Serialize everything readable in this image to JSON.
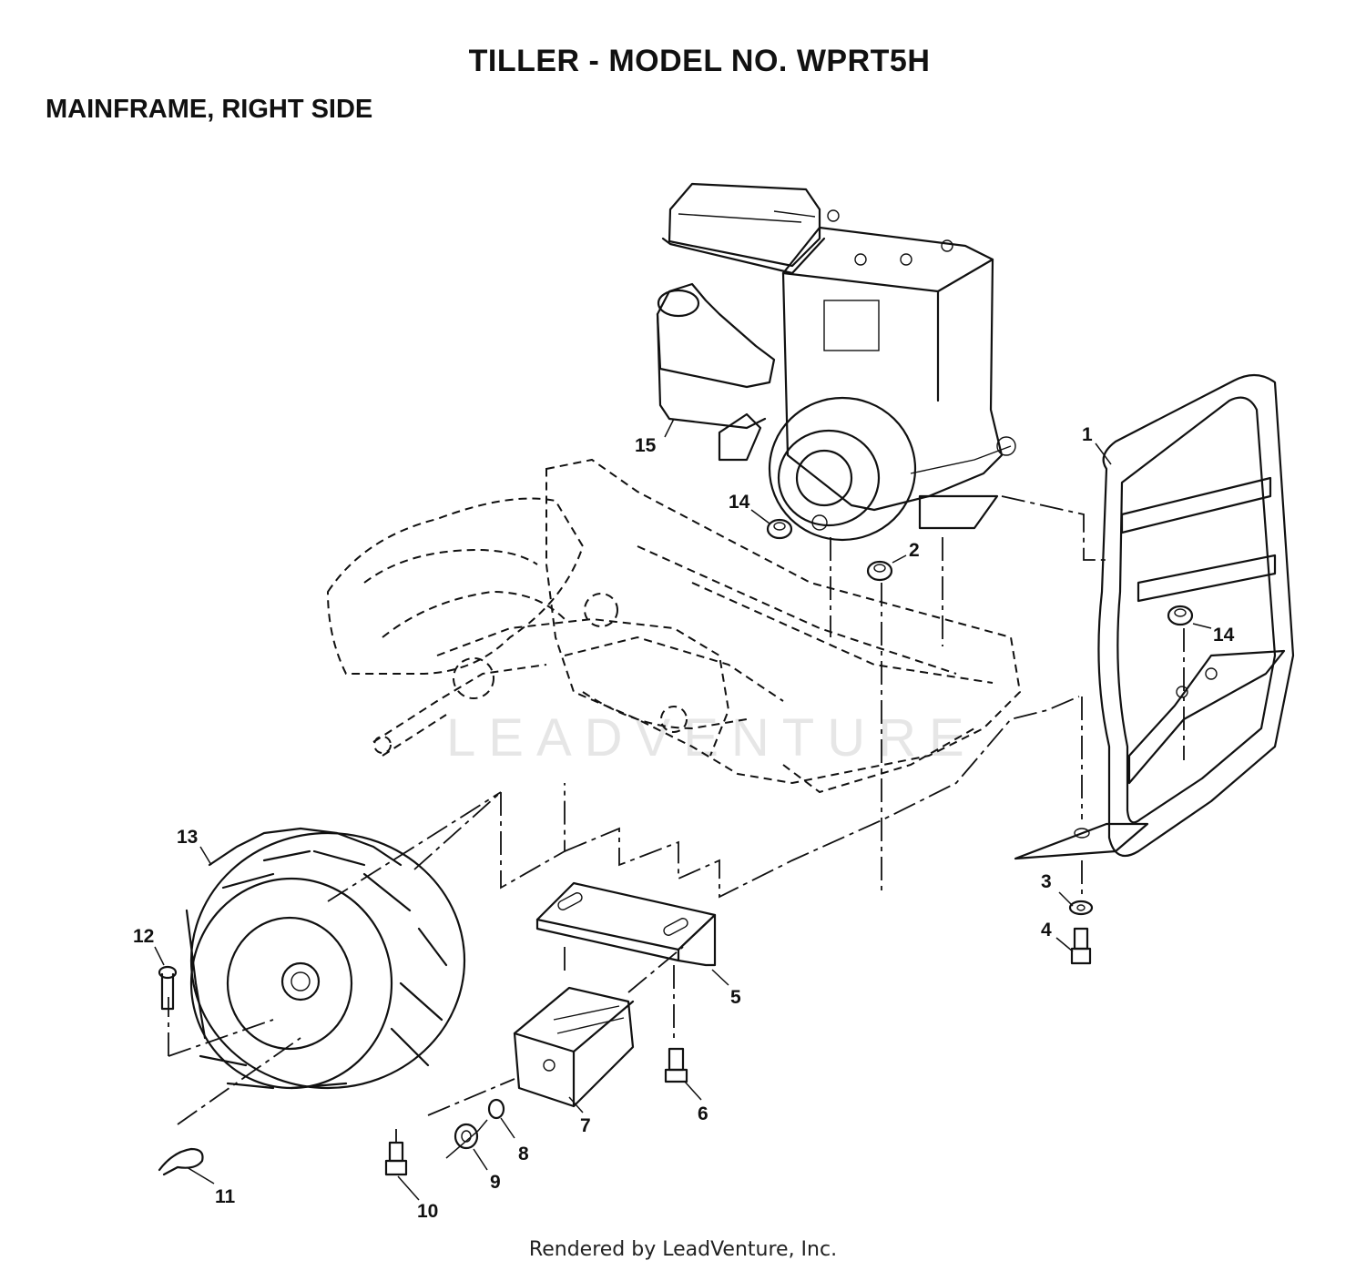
{
  "header": {
    "title": "TILLER - MODEL NO. WPRT5H",
    "section": "MAINFRAME, RIGHT SIDE"
  },
  "watermark": "LEADVENTURE",
  "footer": "Rendered by LeadVenture, Inc.",
  "callouts": {
    "c1": "1",
    "c2": "2",
    "c3": "3",
    "c4": "4",
    "c5": "5",
    "c6": "6",
    "c7": "7",
    "c8": "8",
    "c9": "9",
    "c10": "10",
    "c11": "11",
    "c12": "12",
    "c13": "13",
    "c14a": "14",
    "c14b": "14",
    "c15": "15"
  }
}
